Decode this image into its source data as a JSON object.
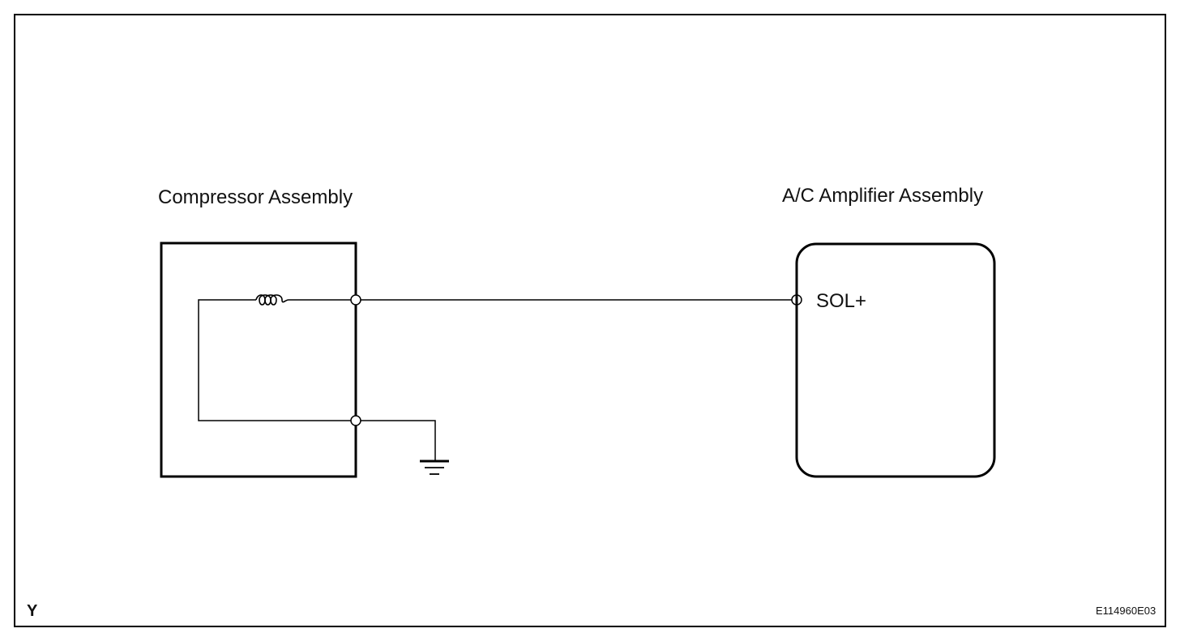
{
  "diagram": {
    "left_component": {
      "title": "Compressor Assembly"
    },
    "right_component": {
      "title": "A/C Amplifier Assembly",
      "pin_label": "SOL+"
    },
    "corner_left_mark": "Y",
    "figure_code": "E114960E03"
  }
}
